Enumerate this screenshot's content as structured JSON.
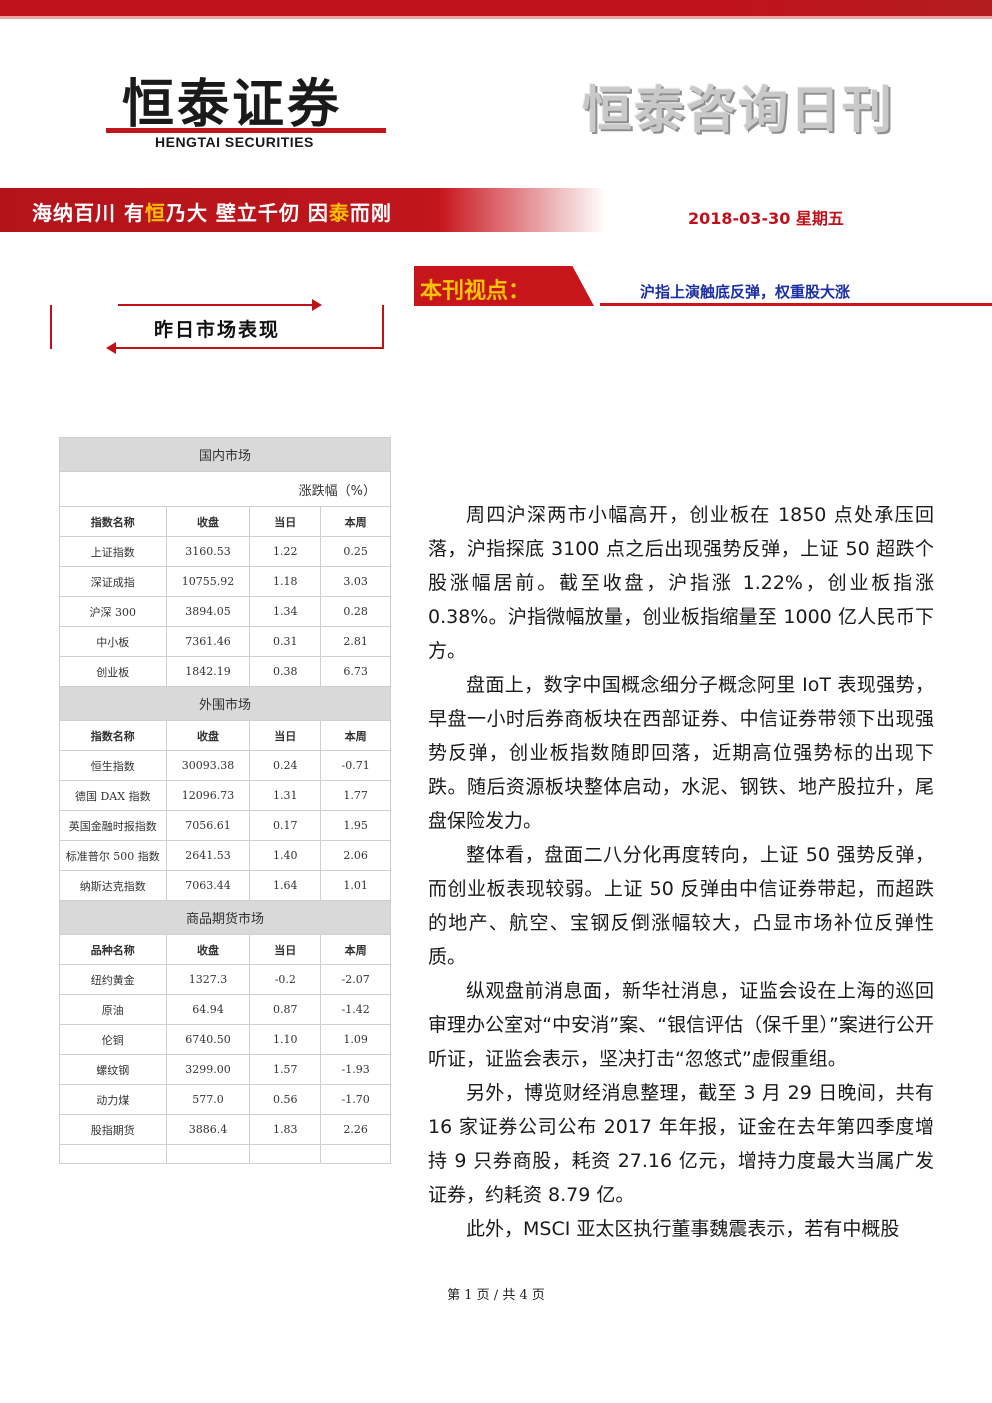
{
  "header": {
    "logo_cn": "恒泰证券",
    "logo_en": "HENGTAI SECURITIES",
    "publication_title": "恒泰咨询日刊"
  },
  "slogan": {
    "p1": "海纳百川 有",
    "h1": "恒",
    "p2": "乃大  壁立千仞 因",
    "h2": "泰",
    "p3": "而刚"
  },
  "issue_date": "2018-03-30  星期五",
  "viewpoint": {
    "label": "本刊视点：",
    "headline": "沪指上演触底反弹，权重股大涨"
  },
  "section_title": "昨日市场表现",
  "market": {
    "unit_label": "涨跌幅（%）",
    "domestic": {
      "title": "国内市场",
      "headers": [
        "指数名称",
        "收盘",
        "当日",
        "本周"
      ],
      "rows": [
        [
          "上证指数",
          "3160.53",
          "1.22",
          "0.25"
        ],
        [
          "深证成指",
          "10755.92",
          "1.18",
          "3.03"
        ],
        [
          "沪深 300",
          "3894.05",
          "1.34",
          "0.28"
        ],
        [
          "中小板",
          "7361.46",
          "0.31",
          "2.81"
        ],
        [
          "创业板",
          "1842.19",
          "0.38",
          "6.73"
        ]
      ]
    },
    "foreign": {
      "title": "外围市场",
      "headers": [
        "指数名称",
        "收盘",
        "当日",
        "本周"
      ],
      "rows": [
        [
          "恒生指数",
          "30093.38",
          "0.24",
          "-0.71"
        ],
        [
          "德国 DAX 指数",
          "12096.73",
          "1.31",
          "1.77"
        ],
        [
          "英国金融时报指数",
          "7056.61",
          "0.17",
          "1.95"
        ],
        [
          "标准普尔 500 指数",
          "2641.53",
          "1.40",
          "2.06"
        ],
        [
          "纳斯达克指数",
          "7063.44",
          "1.64",
          "1.01"
        ]
      ]
    },
    "futures": {
      "title": "商品期货市场",
      "headers": [
        "品种名称",
        "收盘",
        "当日",
        "本周"
      ],
      "rows": [
        [
          "纽约黄金",
          "1327.3",
          "-0.2",
          "-2.07"
        ],
        [
          "原油",
          "64.94",
          "0.87",
          "-1.42"
        ],
        [
          "伦铜",
          "6740.50",
          "1.10",
          "1.09"
        ],
        [
          "螺纹钢",
          "3299.00",
          "1.57",
          "-1.93"
        ],
        [
          "动力煤",
          "577.0",
          "0.56",
          "-1.70"
        ],
        [
          "股指期货",
          "3886.4",
          "1.83",
          "2.26"
        ]
      ]
    }
  },
  "article": {
    "paragraphs": [
      "周四沪深两市小幅高开，创业板在 1850 点处承压回落，沪指探底 3100 点之后出现强势反弹，上证 50 超跌个股涨幅居前。截至收盘，沪指涨 1.22%，创业板指涨 0.38%。沪指微幅放量，创业板指缩量至 1000 亿人民币下方。",
      "盘面上，数字中国概念细分子概念阿里 IoT 表现强势，早盘一小时后券商板块在西部证券、中信证券带领下出现强势反弹，创业板指数随即回落，近期高位强势标的出现下跌。随后资源板块整体启动，水泥、钢铁、地产股拉升，尾盘保险发力。",
      "整体看，盘面二八分化再度转向，上证 50 强势反弹，而创业板表现较弱。上证 50 反弹由中信证券带起，而超跌的地产、航空、宝钢反倒涨幅较大，凸显市场补位反弹性质。",
      "纵观盘前消息面，新华社消息，证监会设在上海的巡回审理办公室对“中安消”案、“银信评估（保千里）”案进行公开听证，证监会表示，坚决打击“忽悠式”虚假重组。",
      "另外，博览财经消息整理，截至 3 月 29 日晚间，共有 16 家证券公司公布 2017 年年报，证金在去年第四季度增持 9 只券商股，耗资 27.16 亿元，增持力度最大当属广发证券，约耗资 8.79 亿。",
      "此外，MSCI 亚太区执行董事魏震表示，若有中概股"
    ]
  },
  "footer": {
    "page_indicator": "第 1 页 / 共 4 页"
  }
}
